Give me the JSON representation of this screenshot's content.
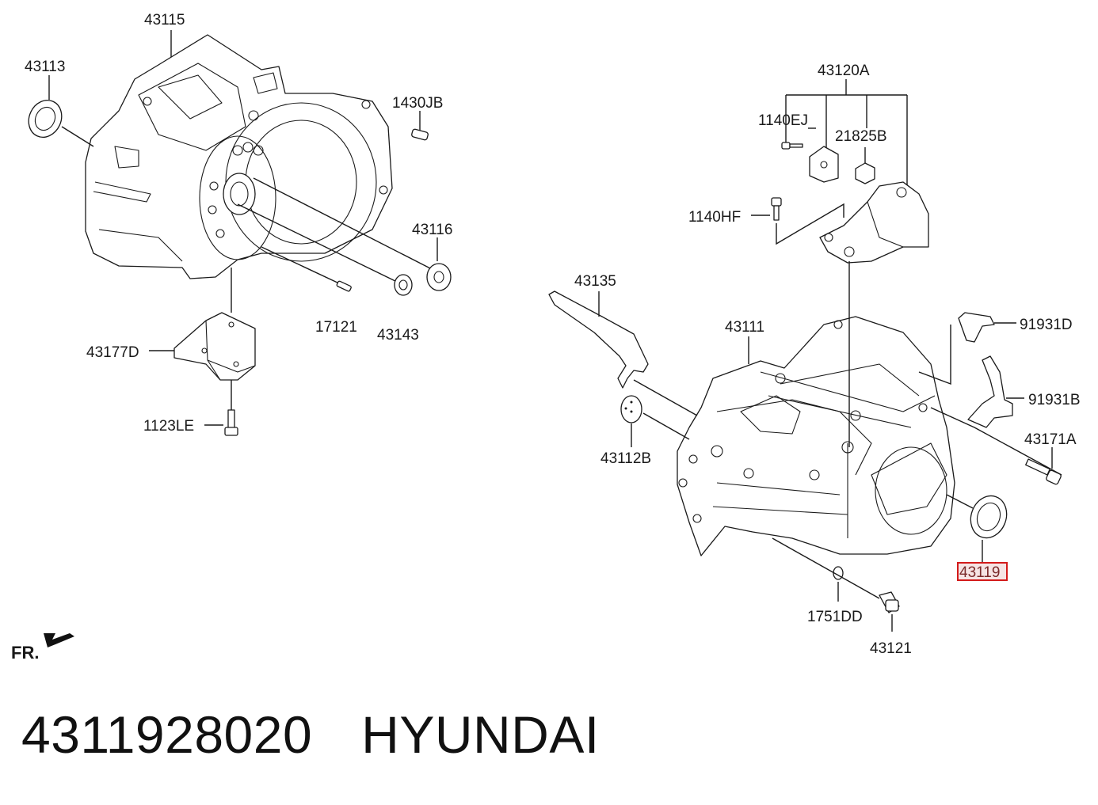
{
  "diagram": {
    "labels": {
      "p43115": "43115",
      "p43113": "43113",
      "p1430jb": "1430JB",
      "p43116": "43116",
      "p43143": "43143",
      "p17121": "17121",
      "p43177d": "43177D",
      "p1123le": "1123LE",
      "p43120a": "43120A",
      "p1140ej": "1140EJ",
      "p21825b": "21825B",
      "p1140hf": "1140HF",
      "p43135": "43135",
      "p43111": "43111",
      "p91931d": "91931D",
      "p91931b": "91931B",
      "p43171a": "43171A",
      "p43112b": "43112B",
      "p43119": "43119",
      "p1751dd": "1751DD",
      "p43121": "43121"
    },
    "highlighted_part": "43119",
    "highlight_color": "#d31a1a",
    "front_label": "FR."
  },
  "footer": {
    "part_number": "4311928020",
    "brand": "HYUNDAI"
  }
}
